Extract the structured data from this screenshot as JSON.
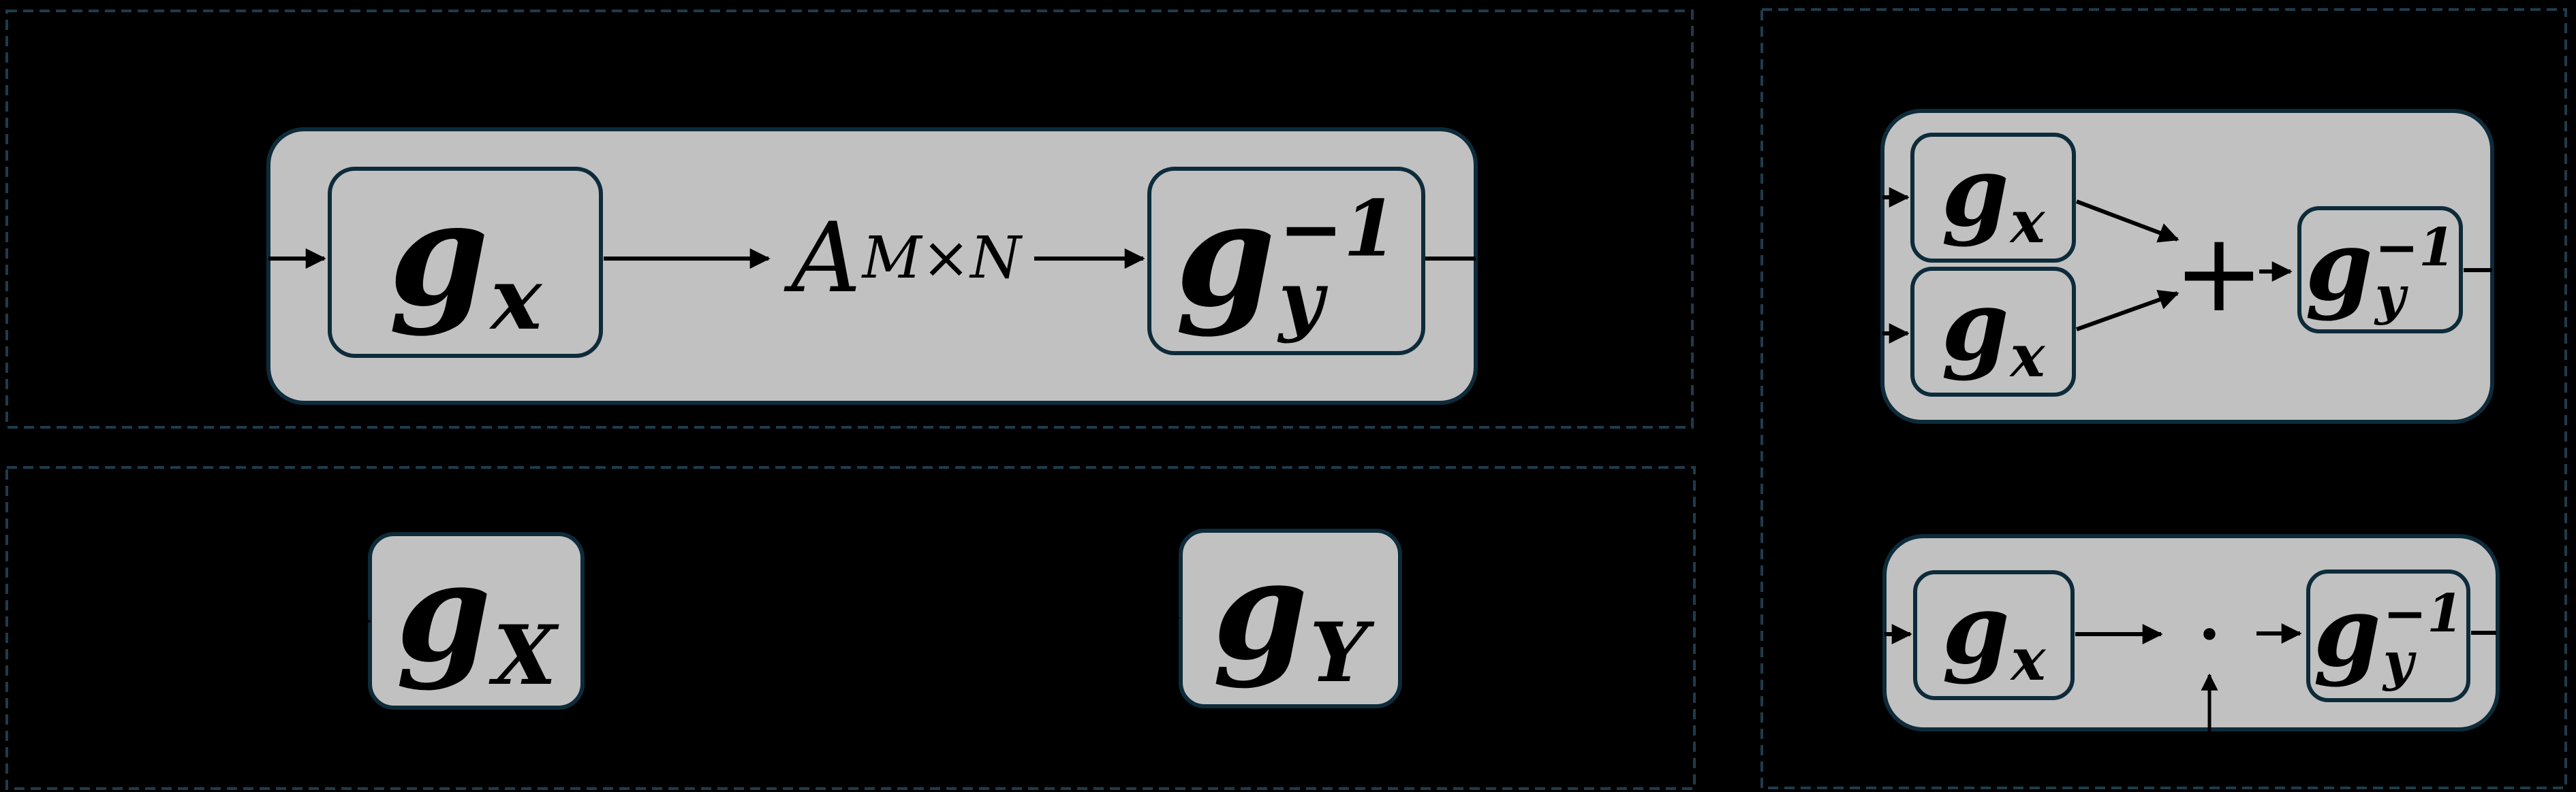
{
  "colors": {
    "background": "#000000",
    "panel_dashed_border": "#1e3c4d",
    "container_fill": "#c1c1c1",
    "container_border": "#0d2b3a",
    "text": "#000000",
    "arrow": "#000000"
  },
  "figure": {
    "top_left_panel": {
      "gx_box": {
        "base": "g",
        "sub": "x"
      },
      "matrix_label": {
        "base": "A",
        "sub": "M×N"
      },
      "gy_inverse_box": {
        "base": "g",
        "sub": "y",
        "sup": "−1"
      }
    },
    "bottom_left_panel": {
      "gx_cap_box": {
        "base": "g",
        "sub": "X"
      },
      "gy_cap_box": {
        "base": "g",
        "sub": "Y"
      }
    },
    "right_panel": {
      "sum_diagram": {
        "gx_box_1": {
          "base": "g",
          "sub": "x"
        },
        "gx_box_2": {
          "base": "g",
          "sub": "x"
        },
        "adder_symbol": "+",
        "gy_inverse_box": {
          "base": "g",
          "sub": "y",
          "sup": "−1"
        }
      },
      "product_diagram": {
        "gx_box": {
          "base": "g",
          "sub": "x"
        },
        "multiplier_symbol": "•",
        "gy_inverse_box": {
          "base": "g",
          "sub": "y",
          "sup": "−1"
        }
      }
    }
  }
}
